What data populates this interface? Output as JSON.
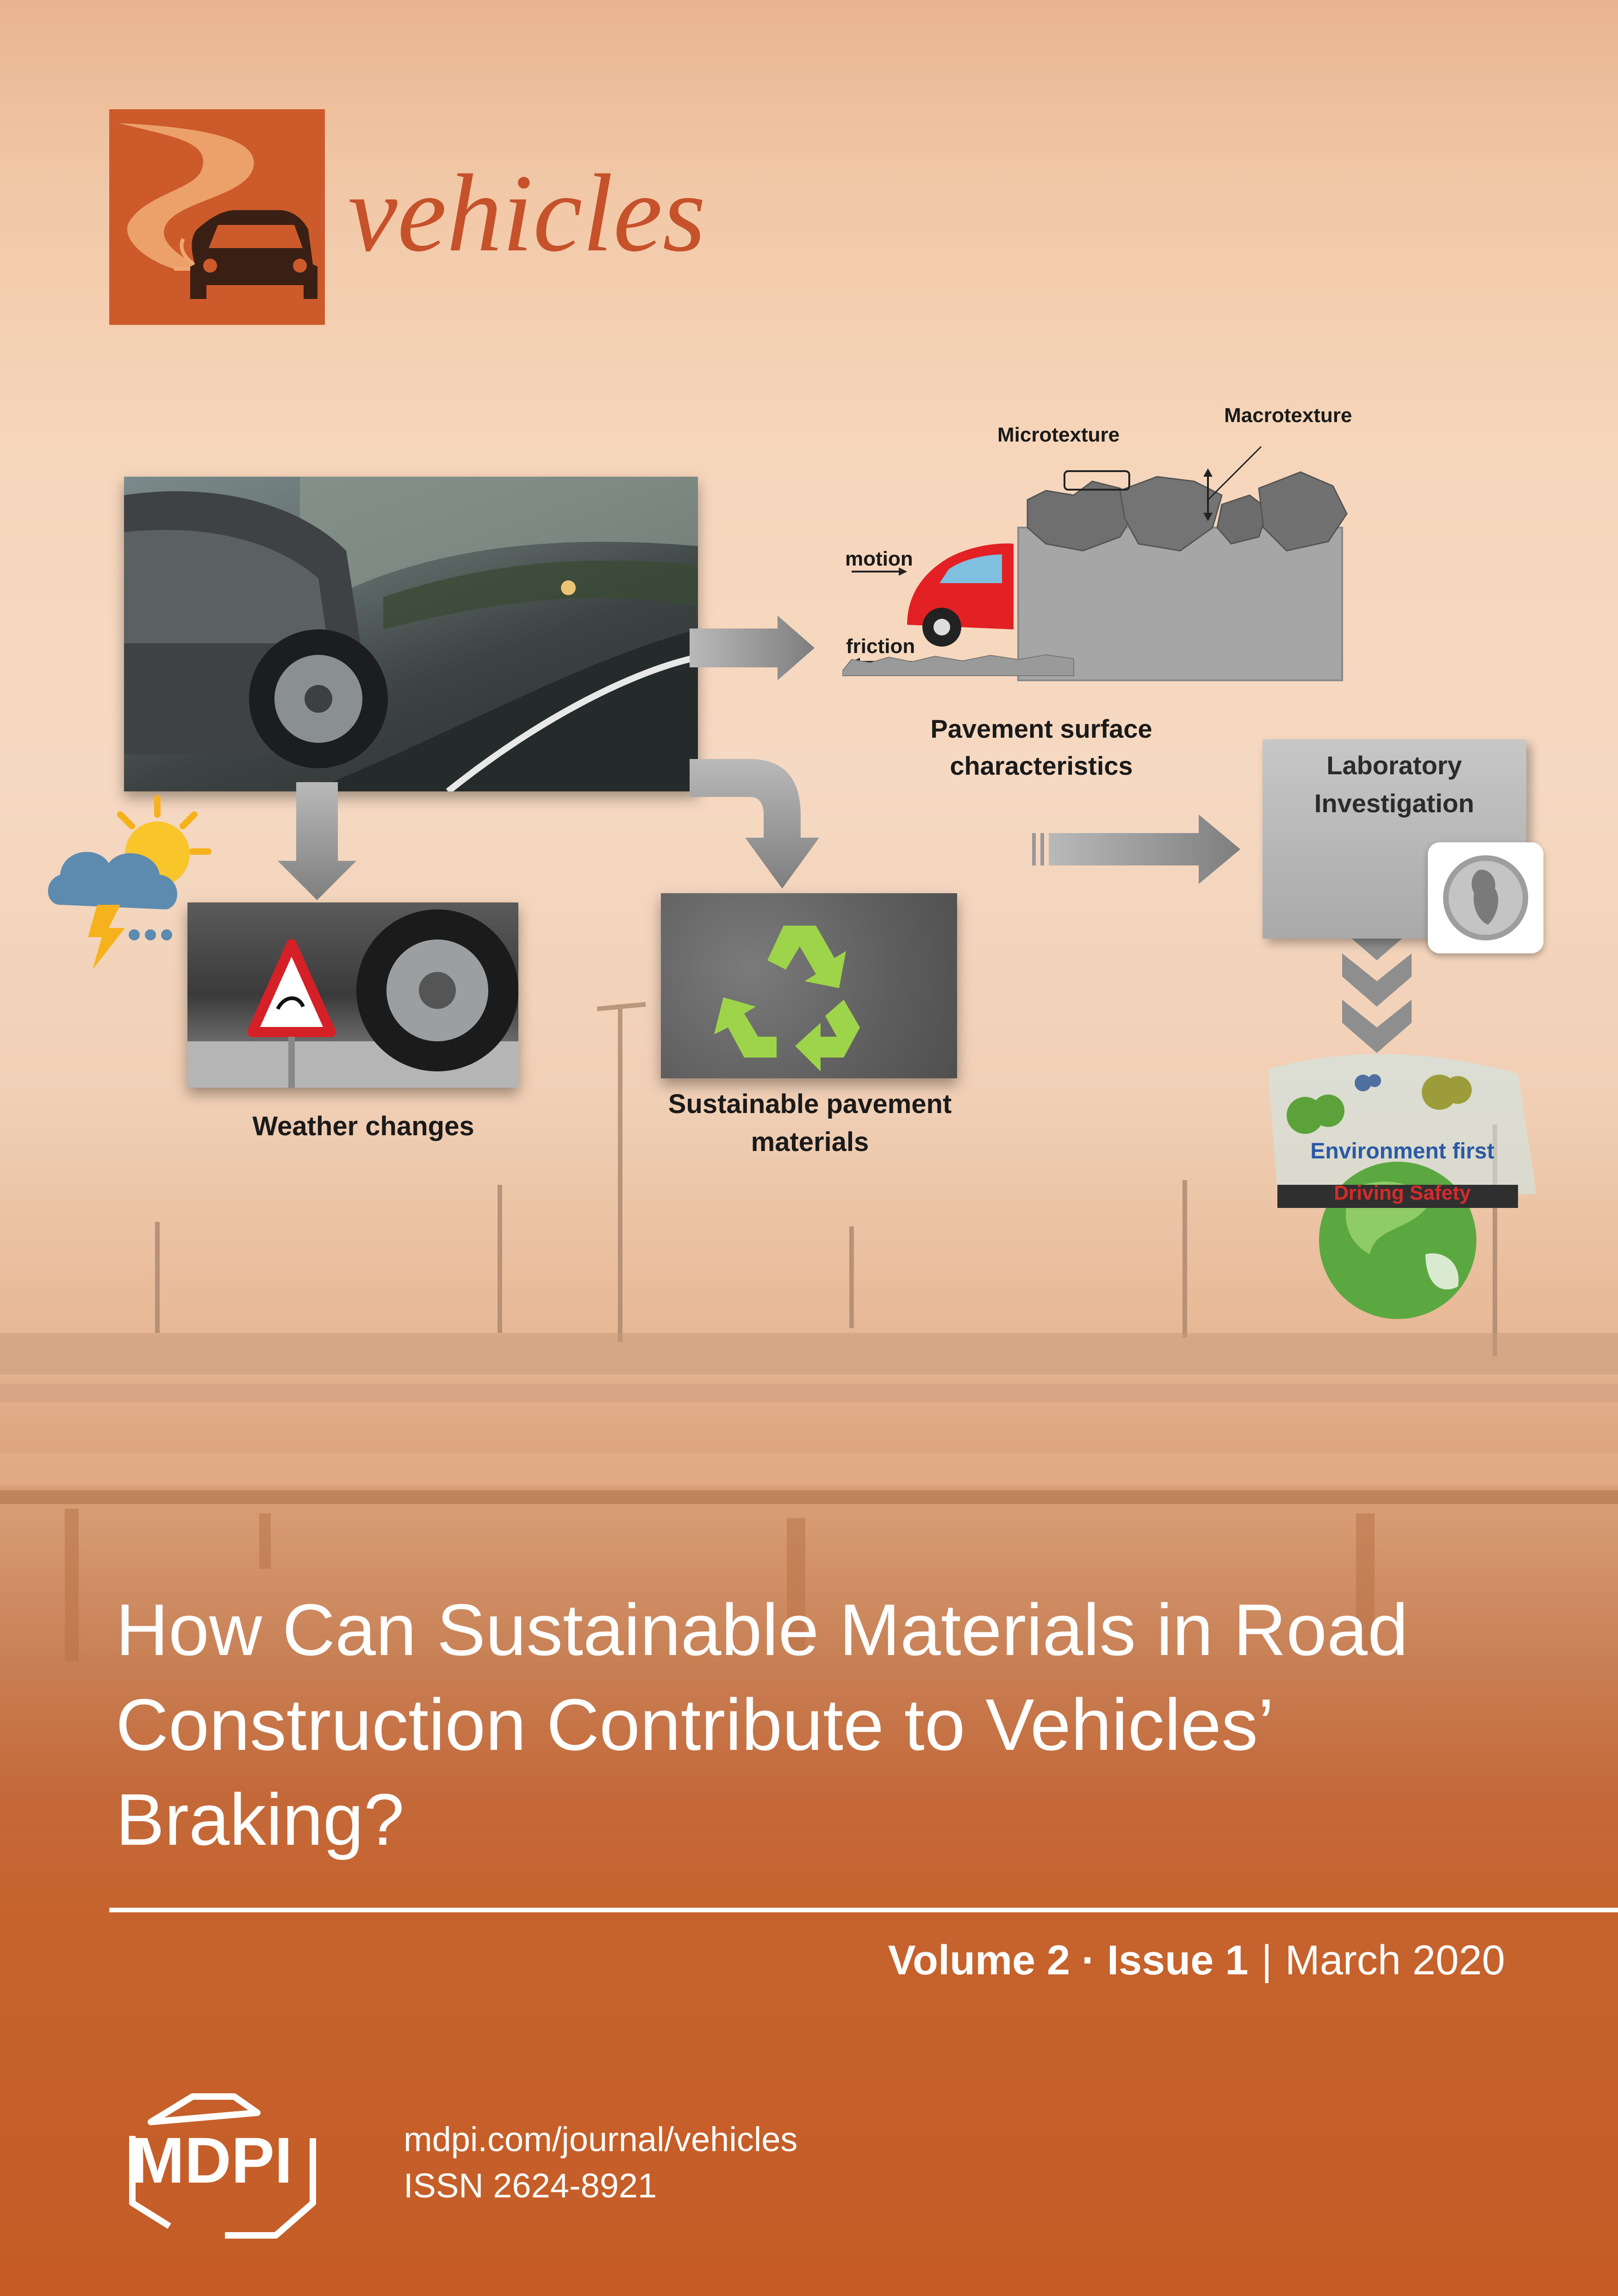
{
  "journal": {
    "name": "vehicles"
  },
  "diagram": {
    "label_microtexture": "Microtexture",
    "label_macrotexture": "Macrotexture",
    "label_motion": "motion",
    "label_friction": "friction",
    "label_pavement_line1": "Pavement surface",
    "label_pavement_line2": "characteristics",
    "label_lab_line1": "Laboratory",
    "label_lab_line2": "Investigation",
    "label_weather": "Weather changes",
    "label_sustainable_line1": "Sustainable pavement",
    "label_sustainable_line2": "materials",
    "label_env_first": "Environment first",
    "label_driving_safety": "Driving Safety"
  },
  "article": {
    "title_line1": "How Can Sustainable Materials in Road",
    "title_line2": "Construction Contribute to Vehicles’",
    "title_line3": "Braking?"
  },
  "issue": {
    "volume": "Volume 2",
    "dot": "·",
    "issue": "Issue 1",
    "separator": "|",
    "date": "March 2020"
  },
  "publisher": {
    "name": "MDPI",
    "url": "mdpi.com/journal/vehicles",
    "issn": "ISSN 2624-8921"
  },
  "colors": {
    "brand_orange": "#c95c26",
    "logo_box": "#cd5a2a",
    "logo_text": "#c5522a"
  }
}
